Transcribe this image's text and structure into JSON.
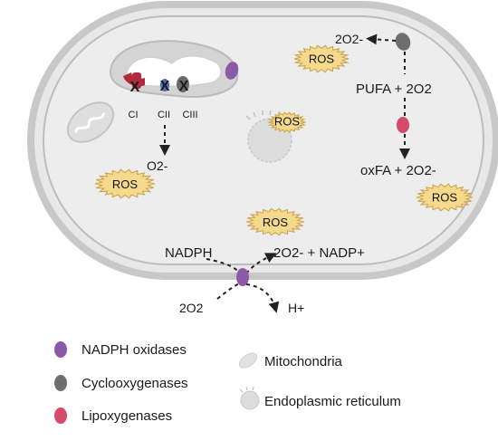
{
  "cell": {
    "complex_labels": [
      "CI",
      "CII",
      "CIII"
    ],
    "complex_marks": [
      "X",
      "X",
      "X"
    ],
    "superoxide_mito": "O2-",
    "superoxide_top": "2O2-",
    "pufa_label": "PUFA + 2O2",
    "oxfa_label": "oxFA + 2O2-",
    "nadph_label": "NADPH",
    "nadp_output": "2O2- + NADP+",
    "o2_input": "2O2",
    "proton_label": "H+",
    "ros_label": "ROS"
  },
  "legend": [
    {
      "label": "NADPH oxidases",
      "icon": "nadph-oxidase-icon",
      "color": "#8a5aa8"
    },
    {
      "label": "Cyclooxygenases",
      "icon": "cyclooxygenase-icon",
      "color": "#6e6e6e"
    },
    {
      "label": "Lipoxygenases",
      "icon": "lipoxygenase-icon",
      "color": "#d64a6a"
    },
    {
      "label": "Mitochondria",
      "icon": "mitochondria-icon",
      "color": "#e6e6e6"
    },
    {
      "label": "Endoplasmic reticulum",
      "icon": "er-icon",
      "color": "#dcdcdc"
    }
  ],
  "colors": {
    "ros_fill": "#f5d98c",
    "ros_stroke": "#c9a24a",
    "cell_fill": "#ececec",
    "membrane": "#bdbdbd"
  }
}
